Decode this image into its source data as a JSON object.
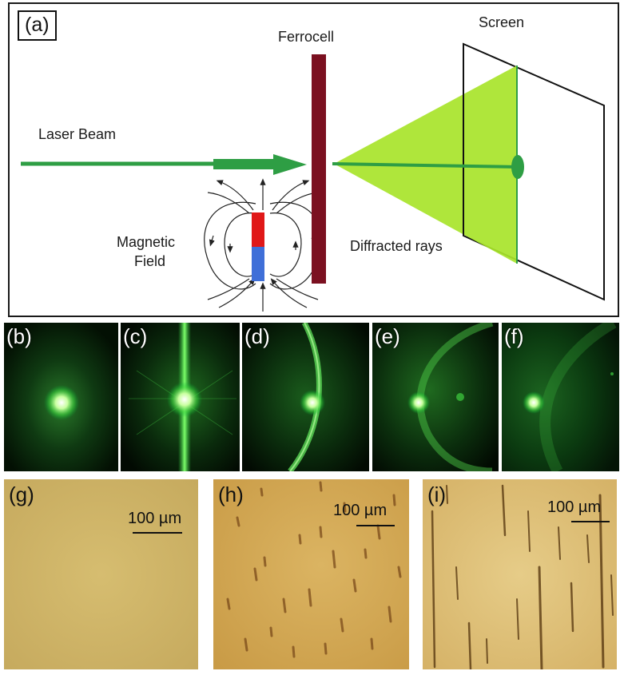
{
  "panel_a": {
    "label": "(a)",
    "laser_beam": "Laser Beam",
    "ferrocell": "Ferrocell",
    "screen": "Screen",
    "magnetic_field_line1": "Magnetic",
    "magnetic_field_line2": "Field",
    "diffracted_rays": "Diffracted rays",
    "colors": {
      "beam": "#2e9e44",
      "ferrocell": "#7b1020",
      "cone": "#a8e42a",
      "magnet_north": "#e01818",
      "magnet_south": "#3f6fd8"
    }
  },
  "diffraction_photos": [
    {
      "label": "(b)",
      "pattern": "point"
    },
    {
      "label": "(c)",
      "pattern": "vertical-line"
    },
    {
      "label": "(d)",
      "pattern": "arc"
    },
    {
      "label": "(e)",
      "pattern": "wide-arc"
    },
    {
      "label": "(f)",
      "pattern": "faint-arc"
    }
  ],
  "micrographs": [
    {
      "label": "(g)",
      "scale": "100 µm",
      "texture": "uniform"
    },
    {
      "label": "(h)",
      "scale": "100 µm",
      "texture": "short-chains"
    },
    {
      "label": "(i)",
      "scale": "100 µm",
      "texture": "long-chains"
    }
  ]
}
